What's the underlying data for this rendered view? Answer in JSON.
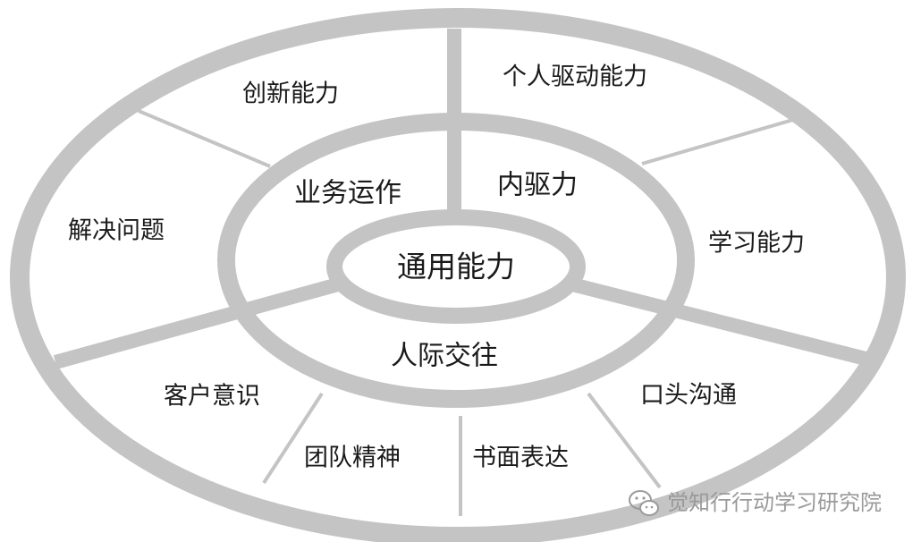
{
  "core": {
    "label": "通用能力"
  },
  "middle_ring": {
    "business_operation": "业务运作",
    "inner_drive": "内驱力",
    "interpersonal": "人际交往"
  },
  "outer_ring": {
    "innovation": "创新能力",
    "personal_drive": "个人驱动能力",
    "problem_solving": "解决问题",
    "learning": "学习能力",
    "customer_awareness": "客户意识",
    "oral_communication": "口头沟通",
    "team_spirit": "团队精神",
    "written_expression": "书面表达"
  },
  "watermark": {
    "text": "觉知行行动学习研究院",
    "icon": "wechat-icon"
  },
  "colors": {
    "ring": "#c4c4c4",
    "divider": "#c4c4c4",
    "text": "#1a1a1a",
    "background": "#ffffff"
  }
}
